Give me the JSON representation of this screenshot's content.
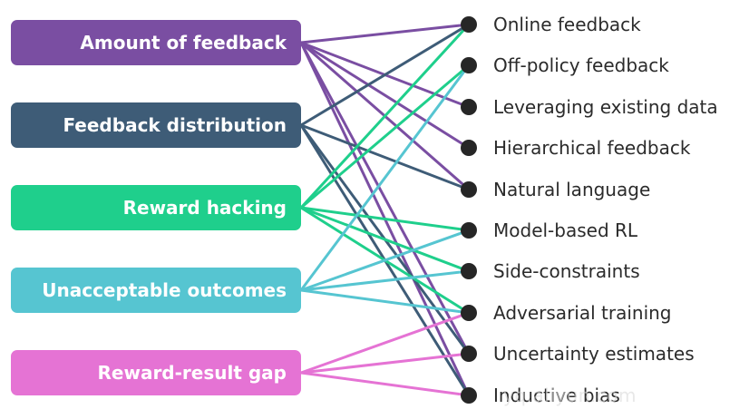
{
  "problems": [
    {
      "label": "Amount of feedback",
      "color": "#7a4ea2"
    },
    {
      "label": "Feedback distribution",
      "color": "#3e5c77"
    },
    {
      "label": "Reward hacking",
      "color": "#1fcf8c"
    },
    {
      "label": "Unacceptable outcomes",
      "color": "#56c5d1"
    },
    {
      "label": "Reward-result gap",
      "color": "#e573d4"
    }
  ],
  "solutions": [
    {
      "label": "Online feedback"
    },
    {
      "label": "Off-policy feedback"
    },
    {
      "label": "Leveraging existing data"
    },
    {
      "label": "Hierarchical feedback"
    },
    {
      "label": "Natural language"
    },
    {
      "label": "Model-based RL"
    },
    {
      "label": "Side-constraints"
    },
    {
      "label": "Adversarial training"
    },
    {
      "label": "Uncertainty estimates"
    },
    {
      "label": "Inductive bias"
    }
  ],
  "links": [
    {
      "from": 0,
      "to": 0
    },
    {
      "from": 0,
      "to": 2
    },
    {
      "from": 0,
      "to": 3
    },
    {
      "from": 0,
      "to": 4
    },
    {
      "from": 0,
      "to": 8
    },
    {
      "from": 0,
      "to": 9
    },
    {
      "from": 1,
      "to": 0
    },
    {
      "from": 1,
      "to": 4
    },
    {
      "from": 1,
      "to": 8
    },
    {
      "from": 1,
      "to": 9
    },
    {
      "from": 2,
      "to": 0
    },
    {
      "from": 2,
      "to": 1
    },
    {
      "from": 2,
      "to": 5
    },
    {
      "from": 2,
      "to": 6
    },
    {
      "from": 2,
      "to": 7
    },
    {
      "from": 3,
      "to": 1
    },
    {
      "from": 3,
      "to": 5
    },
    {
      "from": 3,
      "to": 6
    },
    {
      "from": 3,
      "to": 7
    },
    {
      "from": 4,
      "to": 7
    },
    {
      "from": 4,
      "to": 8
    },
    {
      "from": 4,
      "to": 9
    }
  ],
  "dot_color": "#262626",
  "watermark": "yq.aliyun.com"
}
